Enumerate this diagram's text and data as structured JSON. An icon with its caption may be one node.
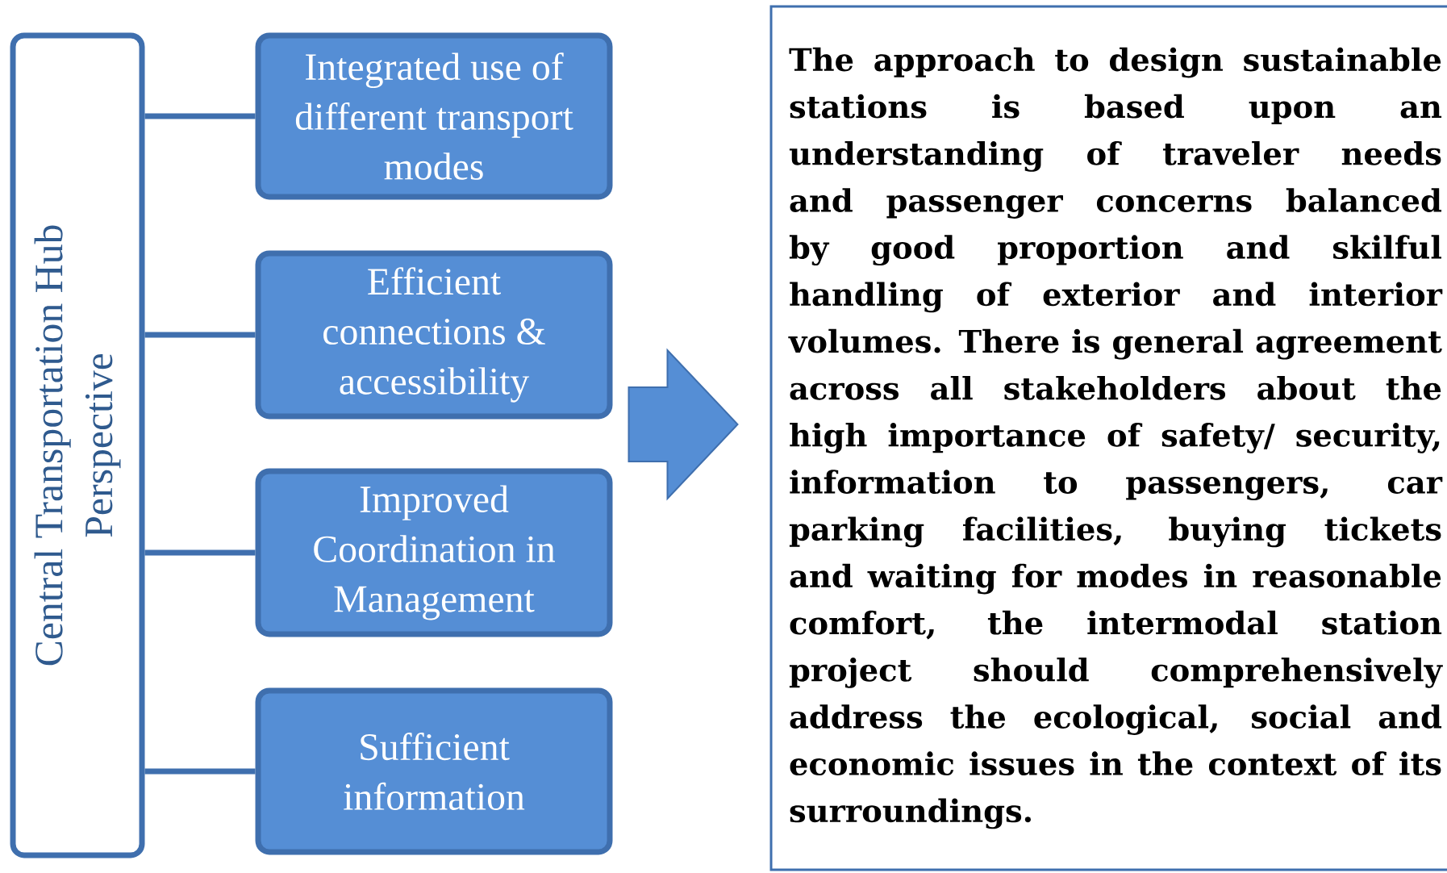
{
  "diagram": {
    "nodes": [
      {
        "text": [
          "Central Transportation Hub Perspective"
        ]
      },
      {
        "text": [
          "Integrated use of different transport modes"
        ]
      },
      {
        "text": [
          "Efficient connections & accessibility"
        ]
      },
      {
        "text": [
          "Improved Coordination in Management"
        ]
      },
      {
        "text": [
          "Sufficient information"
        ]
      },
      {
        "text": [
          "The approach to design sustainable stations is based upon an understanding of traveler needs and passenger concerns balanced by good proportion and skilful handling of exterior and interior volumes. There is general agreement across all stakeholders about the high importance of safety/ security, information to passengers, car parking facilities, buying tickets and waiting for modes in reasonable comfort, the intermodal station project should comprehensively address the ecological, social and economic issues in the context of its surroundings."
        ]
      }
    ],
    "edges": [
      {
        "from": 0,
        "to": 1,
        "arrow": "none"
      },
      {
        "from": 0,
        "to": 2,
        "arrow": "none"
      },
      {
        "from": 0,
        "to": 3,
        "arrow": "none"
      },
      {
        "from": 0,
        "to": 4,
        "arrow": "none"
      },
      {
        "from": null,
        "to": 5,
        "arrow": "to",
        "style": "thick"
      }
    ]
  }
}
